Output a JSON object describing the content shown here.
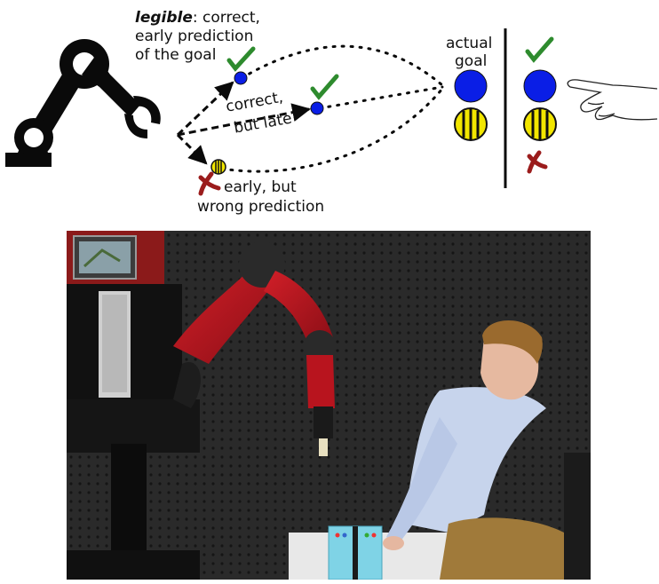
{
  "diagram": {
    "legible_keyword": "legible",
    "legible_rest": ": correct,",
    "legible_line2": "early prediction",
    "legible_line3": "of the goal",
    "correct_late_line1": "correct,",
    "correct_late_line2": "but late",
    "early_wrong_line1": "early, but",
    "early_wrong_line2": "wrong prediction",
    "actual_goal_line1": "actual",
    "actual_goal_line2": "goal"
  },
  "colors": {
    "goal_blue": "#0a1ee6",
    "goal_yellow": "#f2e600",
    "check_green": "#2e8b2e",
    "cross_red": "#9b1c1c",
    "robot_red": "#b8141e"
  },
  "photo": {
    "description_free": true
  }
}
